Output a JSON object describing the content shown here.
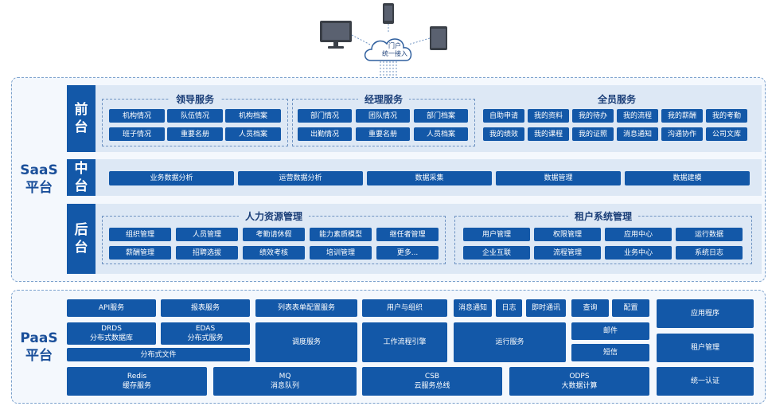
{
  "cloud": {
    "label": "门户\n统一接入"
  },
  "saas": {
    "label": "SaaS\n平台",
    "front": {
      "tab": "前\n台",
      "leader": {
        "title": "领导服务",
        "items": [
          "机构情况",
          "队伍情况",
          "机构档案",
          "班子情况",
          "重要名册",
          "人员档案"
        ]
      },
      "manager": {
        "title": "经理服务",
        "items": [
          "部门情况",
          "团队情况",
          "部门档案",
          "出勤情况",
          "重要名册",
          "人员档案"
        ]
      },
      "staff": {
        "title": "全员服务",
        "items": [
          "自助申请",
          "我的资料",
          "我的待办",
          "我的流程",
          "我的薪酬",
          "我的考勤",
          "我的绩效",
          "我的课程",
          "我的证照",
          "消息通知",
          "沟通协作",
          "公司文库"
        ]
      }
    },
    "middle": {
      "tab": "中\n台",
      "items": [
        "业务数据分析",
        "运营数据分析",
        "数据采集",
        "数据管理",
        "数据建模"
      ]
    },
    "back": {
      "tab": "后\n台",
      "hr": {
        "title": "人力资源管理",
        "items": [
          "组织管理",
          "人员管理",
          "考勤请休假",
          "能力素质模型",
          "继任者管理",
          "薪酬管理",
          "招聘选拔",
          "绩效考核",
          "培训管理",
          "更多..."
        ]
      },
      "tenant": {
        "title": "租户系统管理",
        "items": [
          "用户管理",
          "权限管理",
          "应用中心",
          "运行数据",
          "企业互联",
          "流程管理",
          "业务中心",
          "系统日志"
        ]
      }
    }
  },
  "paas": {
    "label": "PaaS\n平台",
    "items": {
      "api": "API服务",
      "report": "报表服务",
      "listform": "列表表单配置服务",
      "userorg": "用户与组织",
      "msg": "消息通知",
      "log": "日志",
      "im": "即时通讯",
      "query": "查询",
      "config": "配置",
      "app": "应用程序",
      "drds": "DRDS\n分布式数据库",
      "edas": "EDAS\n分布式服务",
      "schedule": "调度服务",
      "workflow": "工作流程引擎",
      "runtime": "运行服务",
      "mail": "邮件",
      "tenant": "租户管理",
      "dfs": "分布式文件",
      "sms": "短信",
      "redis": "Redis\n缓存服务",
      "mq": "MQ\n消息队列",
      "csb": "CSB\n云服务总线",
      "odps": "ODPS\n大数据计算",
      "auth": "统一认证"
    }
  },
  "colors": {
    "primary": "#1358a8",
    "panel_bg": "#f4f8fd",
    "row_bg": "#dde8f5",
    "title": "#1a3e78"
  }
}
